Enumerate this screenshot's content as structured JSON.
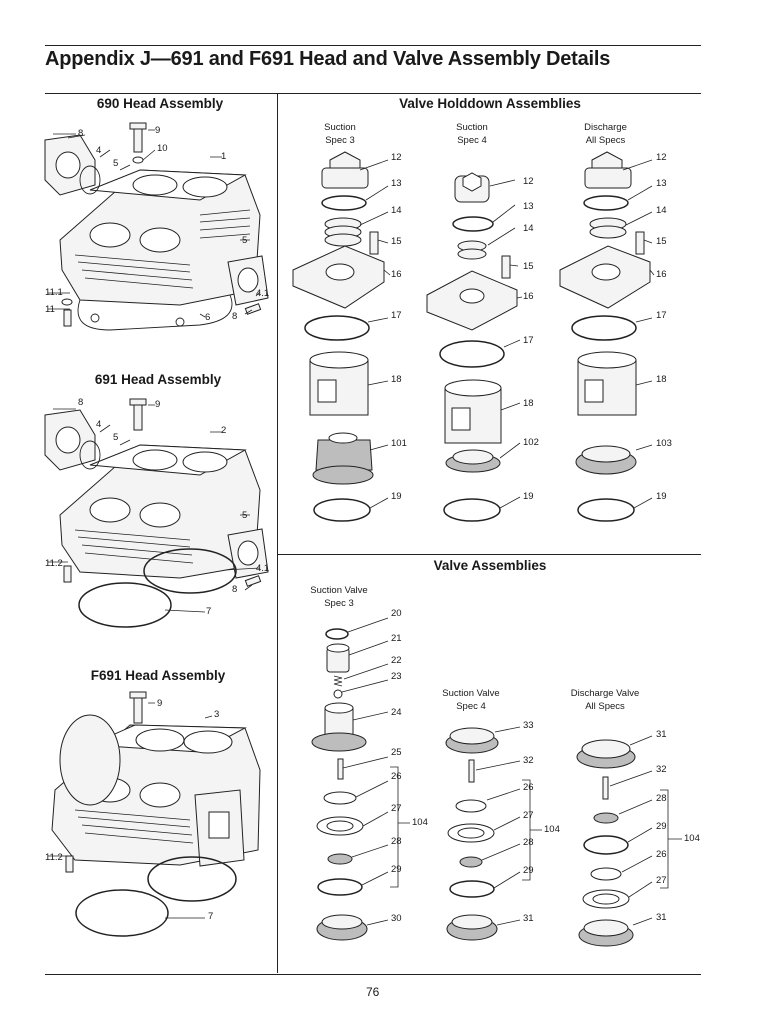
{
  "page": {
    "title": "Appendix J—691 and F691 Head and Valve Assembly Details",
    "page_number": "76"
  },
  "sections": {
    "head_690": {
      "title": "690 Head Assembly",
      "callouts": [
        "8",
        "9",
        "10",
        "4",
        "5",
        "1",
        "5",
        "11.1",
        "11",
        "6",
        "8",
        "4.1"
      ]
    },
    "head_691": {
      "title": "691 Head Assembly",
      "callouts": [
        "8",
        "9",
        "4",
        "5",
        "2",
        "5",
        "11.2",
        "4.1",
        "8",
        "7"
      ]
    },
    "head_f691": {
      "title": "F691 Head Assembly",
      "callouts": [
        "9",
        "3",
        "11.2",
        "7"
      ]
    },
    "holddown": {
      "title": "Valve Holddown Assemblies",
      "columns": [
        {
          "label": "Suction\nSpec 3",
          "callouts": [
            "12",
            "13",
            "14",
            "15",
            "16",
            "17",
            "18",
            "101",
            "19"
          ]
        },
        {
          "label": "Suction\nSpec 4",
          "callouts": [
            "12",
            "13",
            "14",
            "15",
            "16",
            "17",
            "18",
            "102",
            "19"
          ]
        },
        {
          "label": "Discharge\nAll Specs",
          "callouts": [
            "12",
            "13",
            "14",
            "15",
            "16",
            "17",
            "18",
            "103",
            "19"
          ]
        }
      ]
    },
    "valve": {
      "title": "Valve Assemblies",
      "columns": [
        {
          "label": "Suction Valve\nSpec 3",
          "callouts": [
            "20",
            "21",
            "22",
            "23",
            "24",
            "25",
            "26",
            "27",
            "28",
            "29",
            "30"
          ],
          "bracket": "104"
        },
        {
          "label": "Suction Valve\nSpec 4",
          "callouts": [
            "33",
            "32",
            "26",
            "27",
            "28",
            "29",
            "31"
          ],
          "bracket": "104"
        },
        {
          "label": "Discharge Valve\nAll Specs",
          "callouts": [
            "31",
            "32",
            "28",
            "29",
            "26",
            "27",
            "31"
          ],
          "bracket": "104"
        }
      ]
    }
  }
}
